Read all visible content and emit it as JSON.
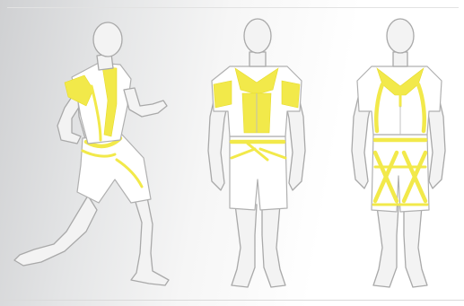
{
  "scene": {
    "figures": [
      {
        "view": "side-running"
      },
      {
        "view": "front"
      },
      {
        "view": "back"
      }
    ],
    "colors": {
      "background_left": "#cfd0d2",
      "background_right": "#ffffff",
      "support_zones": "#f2e94a",
      "body_outline": "#a9a9a9",
      "garment_fill": "#ffffff"
    }
  }
}
